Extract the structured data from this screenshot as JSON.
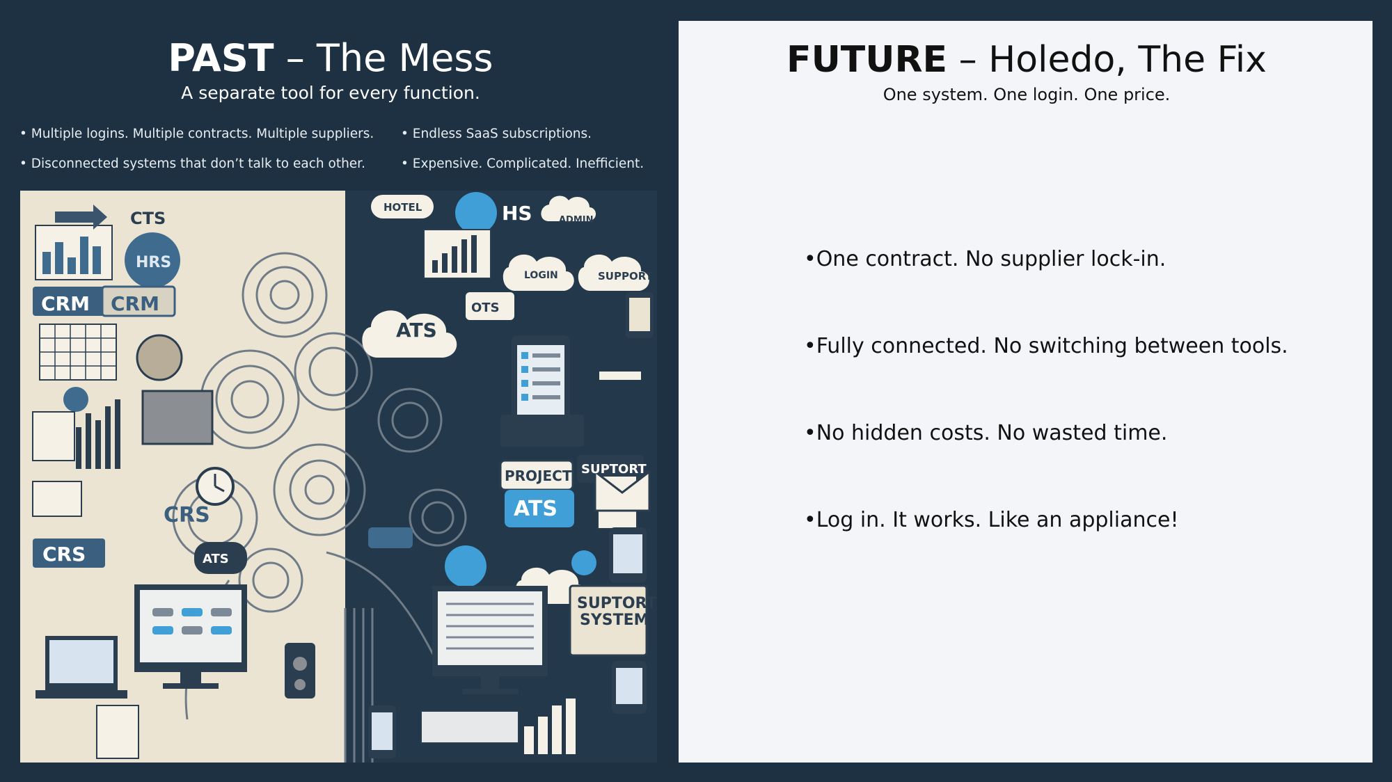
{
  "past": {
    "title_bold": "PAST",
    "title_dash": " – ",
    "title_light": "The Mess",
    "subtitle": "A separate tool for every function.",
    "bullets": [
      "• Multiple logins. Multiple contracts. Multiple suppliers.",
      "• Endless SaaS subscriptions.",
      "• Disconnected systems that don’t talk to each other.",
      "• Expensive. Complicated. Inefficient."
    ],
    "collage_labels": {
      "cts": "CTS",
      "hrs": "HRS",
      "crm1": "CRM",
      "crm2": "CRM",
      "crs1": "CRS",
      "crs2": "CRS",
      "ats1": "ATS",
      "ats2": "ATS",
      "ats3": "ATS",
      "hs": "HS",
      "ots": "OTS",
      "project": "PROJECT",
      "support1": "SUPPORT",
      "support2": "SUPTORT",
      "support_system1": "SUPTORT",
      "support_system2": "SYSTEM",
      "hotel": "HOTEL",
      "login": "LOGIN",
      "admin": "ADMIN"
    }
  },
  "future": {
    "title_bold": "FUTURE",
    "title_dash": " – ",
    "title_light": "Holedo, The Fix",
    "subtitle": "One system. One login. One price.",
    "points": [
      "•One contract. No supplier lock-in.",
      "•Fully connected. No switching between tools.",
      "•No hidden costs. No wasted time.",
      "•Log in. It works. Like an appliance!"
    ]
  },
  "colors": {
    "background": "#1d3142",
    "right_panel": "#f4f5f8",
    "accent_blue": "#3f9fd6"
  }
}
